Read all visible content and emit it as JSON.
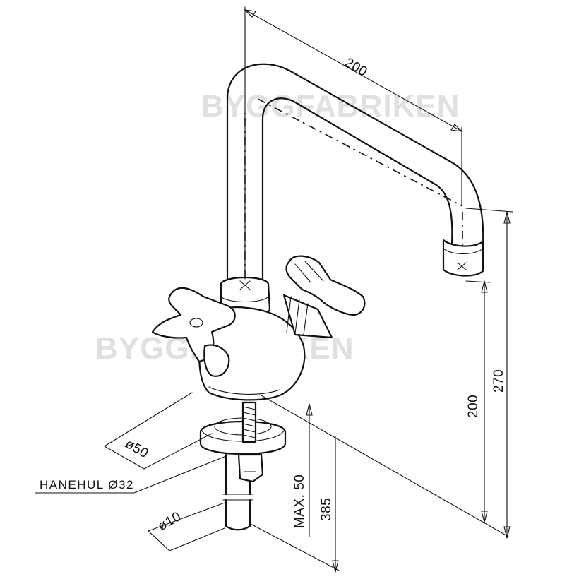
{
  "watermark": "BYGGFABRIKEN",
  "dimensions": {
    "spout_reach": "200",
    "spout_height": "200",
    "total_height": "270",
    "flange_diameter": "ø50",
    "tap_hole": "HANEHUL Ø32",
    "max_thickness": "MAX. 50",
    "shank_length": "385",
    "pipe_diameter": "ø10"
  }
}
